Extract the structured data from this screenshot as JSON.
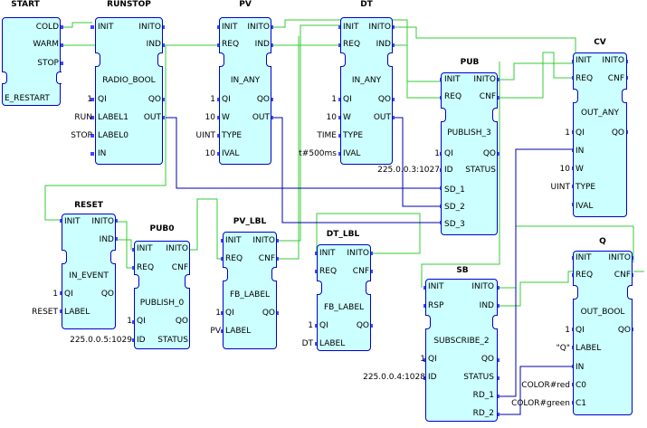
{
  "blocks": {
    "start": {
      "name": "START",
      "outputs": [
        "COLD",
        "WARM",
        "STOP"
      ],
      "bottom_label": "E_RESTART"
    },
    "runstop": {
      "name": "RUNSTOP",
      "event_in": "INIT",
      "event_out": [
        "INITO",
        "IND"
      ],
      "type": "RADIO_BOOL",
      "data_in": [
        "QI",
        "LABEL1",
        "LABEL0",
        "IN"
      ],
      "data_out": [
        "QO",
        "OUT"
      ],
      "params": [
        "1",
        "RUN",
        "STOP"
      ]
    },
    "pv": {
      "name": "PV",
      "event_in": [
        "INIT",
        "REQ"
      ],
      "event_out": [
        "INITO",
        "IND"
      ],
      "type": "IN_ANY",
      "data_in": [
        "QI",
        "W",
        "TYPE",
        "IVAL"
      ],
      "data_out": [
        "QO",
        "OUT"
      ],
      "params": [
        "1",
        "10",
        "UINT",
        "10"
      ]
    },
    "dt": {
      "name": "DT",
      "event_in": [
        "INIT",
        "REQ"
      ],
      "event_out": [
        "INITO",
        "IND"
      ],
      "type": "IN_ANY",
      "data_in": [
        "QI",
        "W",
        "TYPE",
        "IVAL"
      ],
      "data_out": [
        "QO",
        "OUT"
      ],
      "params": [
        "1",
        "10",
        "TIME",
        "t#500ms"
      ]
    },
    "pub": {
      "name": "PUB",
      "event_in": [
        "INIT",
        "REQ"
      ],
      "event_out": [
        "INITO",
        "CNF"
      ],
      "type": "PUBLISH_3",
      "data_in": [
        "QI",
        "ID",
        "SD_1",
        "SD_2",
        "SD_3"
      ],
      "data_out": [
        "QO",
        "STATUS"
      ],
      "params": [
        "1",
        "225.0.0.3:1027"
      ]
    },
    "cv": {
      "name": "CV",
      "event_in": [
        "INIT",
        "REQ"
      ],
      "event_out": [
        "INITO",
        "CNF"
      ],
      "type": "OUT_ANY",
      "data_in": [
        "QI",
        "IN",
        "W",
        "TYPE",
        "IVAL"
      ],
      "data_out": [
        "QO"
      ],
      "params": [
        "1",
        "10",
        "UINT"
      ]
    },
    "reset": {
      "name": "RESET",
      "event_in": "INIT",
      "event_out": [
        "INITO",
        "IND"
      ],
      "type": "IN_EVENT",
      "data_in": [
        "QI",
        "LABEL"
      ],
      "data_out": [
        "QO"
      ],
      "params": [
        "1",
        "RESET"
      ]
    },
    "pub0": {
      "name": "PUB0",
      "event_in": [
        "INIT",
        "REQ"
      ],
      "event_out": [
        "INITO",
        "CNF"
      ],
      "type": "PUBLISH_0",
      "data_in": [
        "QI",
        "ID"
      ],
      "data_out": [
        "QO",
        "STATUS"
      ],
      "params": [
        "1",
        "225.0.0.5:1029"
      ]
    },
    "pv_lbl": {
      "name": "PV_LBL",
      "event_in": [
        "INIT",
        "REQ"
      ],
      "event_out": [
        "INITO",
        "CNF"
      ],
      "type": "FB_LABEL",
      "data_in": [
        "QI",
        "LABEL"
      ],
      "data_out": [
        "QO"
      ],
      "params": [
        "1",
        "PV"
      ]
    },
    "dt_lbl": {
      "name": "DT_LBL",
      "event_in": [
        "INIT",
        "REQ"
      ],
      "event_out": [
        "INITO",
        "CNF"
      ],
      "type": "FB_LABEL",
      "data_in": [
        "QI",
        "LABEL"
      ],
      "data_out": [
        "QO"
      ],
      "params": [
        "1",
        "DT"
      ]
    },
    "sb": {
      "name": "SB",
      "event_in": [
        "INIT",
        "RSP"
      ],
      "event_out": [
        "INITO",
        "IND"
      ],
      "type": "SUBSCRIBE_2",
      "data_in": [
        "QI",
        "ID"
      ],
      "data_out": [
        "QO",
        "STATUS",
        "RD_1",
        "RD_2"
      ],
      "params": [
        "1",
        "225.0.0.4:1028"
      ]
    },
    "q": {
      "name": "Q",
      "event_in": [
        "INIT",
        "REQ"
      ],
      "event_out": [
        "INITO",
        "CNF"
      ],
      "type": "OUT_BOOL",
      "data_in": [
        "QI",
        "LABEL",
        "IN",
        "C0",
        "C1"
      ],
      "data_out": [
        "QO"
      ],
      "params": [
        "1",
        "\"Q\"",
        "COLOR#red",
        "COLOR#green"
      ]
    }
  },
  "colors": {
    "block_fill": "#ccffff",
    "block_border": "#0000cc",
    "event_wire": "#33cc33",
    "data_wire": "#0000aa",
    "pin": "#4444ff"
  }
}
